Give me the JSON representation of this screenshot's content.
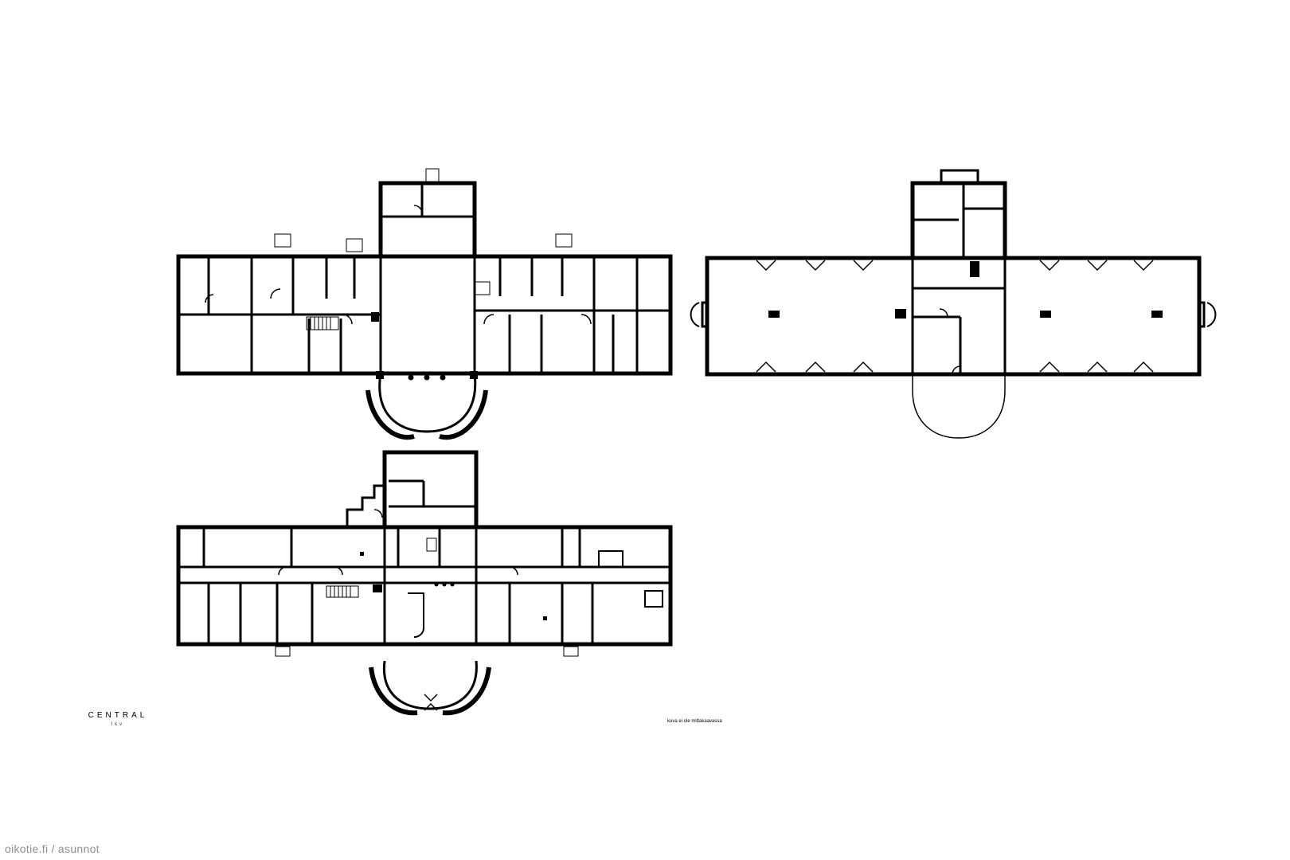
{
  "brand": {
    "name": "CENTRAL",
    "subtitle": "lkv"
  },
  "note": "kuva ei ole mittakaavassa",
  "watermark": "oikotie.fi / asunnot",
  "colors": {
    "background": "#ffffff",
    "walls": "#000000",
    "watermark": "#7a7a7a"
  },
  "plans": [
    {
      "id": "first-floor",
      "label": ""
    },
    {
      "id": "attic-floor",
      "label": ""
    },
    {
      "id": "basement-floor",
      "label": ""
    }
  ]
}
